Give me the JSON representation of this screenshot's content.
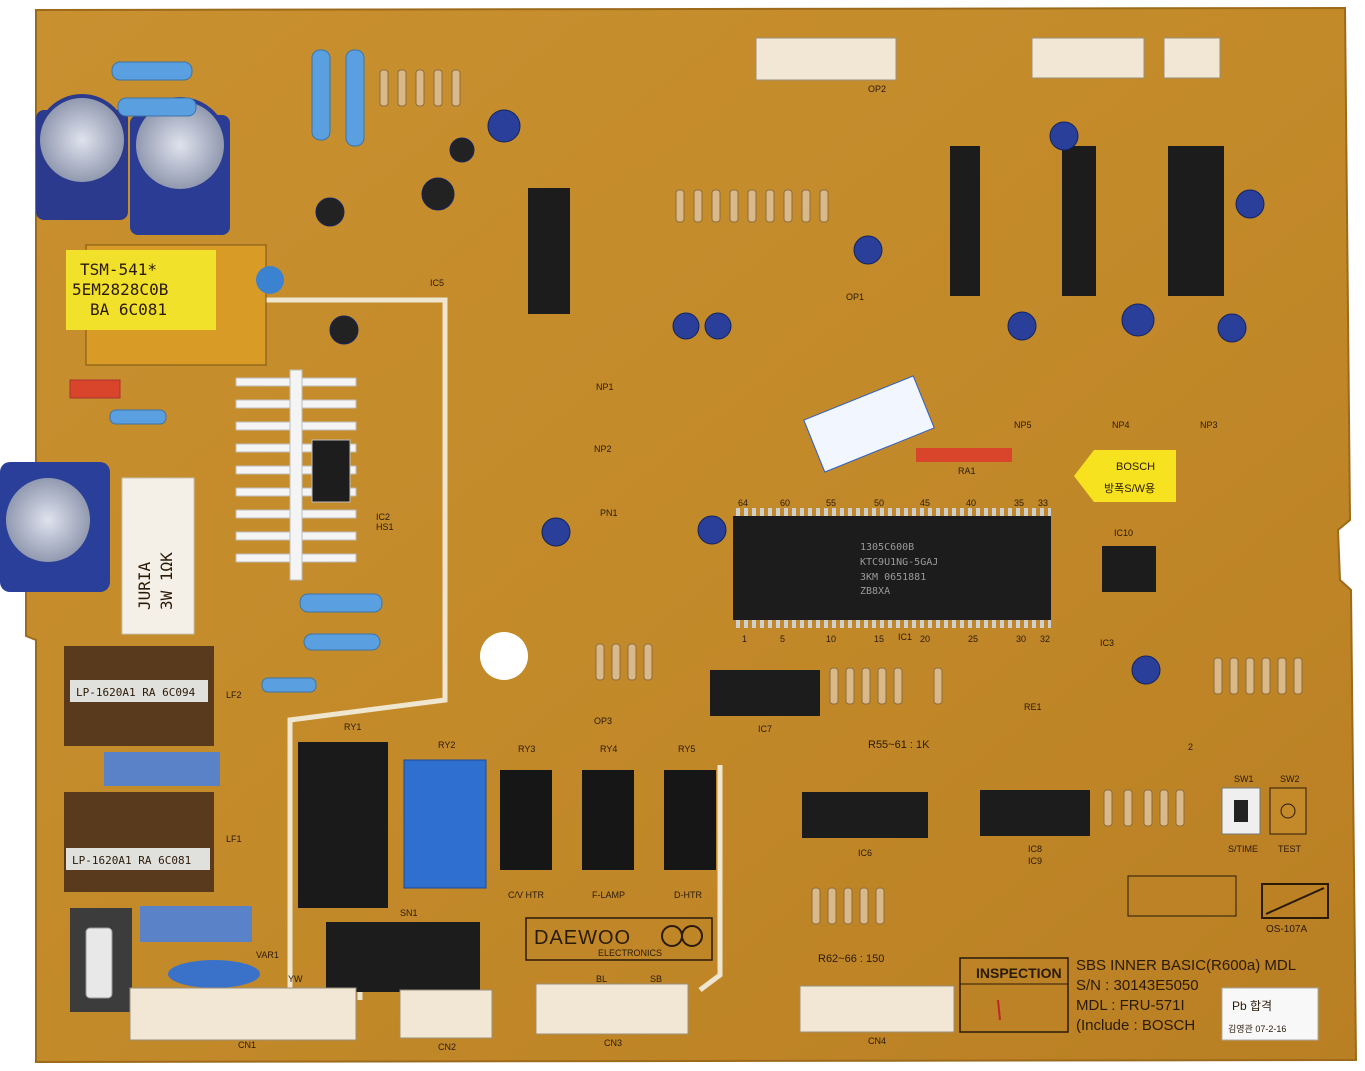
{
  "colors": {
    "board": "#c48a2a",
    "board_edge": "#a8741e",
    "silkscreen": "#2a1a08",
    "trace_white": "#efe6d0",
    "connector": "#f1e7d4",
    "ic_body": "#1c1c1c",
    "relay_blue": "#2f6fd0",
    "cap_blue": "#2a3f9a",
    "transformer_yellow": "#f2e12a",
    "resistor_blue": "#5aa0e0"
  },
  "silkscreen": {
    "transformer_lines": [
      "TSM-541*",
      "5EM2828C0B",
      "BA 6C081"
    ],
    "power_resistor_lines": [
      "JURIA",
      "3W 1ΩK"
    ],
    "inductor_1": "LP-1620A1 RA 6C094",
    "inductor_2": "LP-1620A1 RA 6C081",
    "brand": "DAEWOO",
    "brand_sub": "ELECTRONICS",
    "bosch_sticker_lines": [
      "BOSCH",
      "방폭S/W용"
    ],
    "inspection": "INSPECTION",
    "model_lines": [
      "SBS INNER BASIC(R600a) MDL",
      "S/N : 30143E5050",
      "MDL : FRU-571I",
      "(Include : BOSCH"
    ],
    "pass_sticker": [
      "Pb 합격",
      "김영관 07-2-16"
    ],
    "os_code": "OS-107A",
    "main_ic_lines": [
      "1305C600B",
      "KTC9U1NG-5GAJ",
      "3KM 0651881",
      "ZB8XA"
    ],
    "r_group_label_1": "R55~61 : 1K",
    "r_group_label_2": "R62~66 : 150",
    "sw1_label": "S/TIME",
    "sw2_label": "TEST",
    "relay_labels": [
      "RY1",
      "RY2",
      "RY3",
      "RY4",
      "RY5"
    ],
    "relay_function_labels": [
      "C/V HTR",
      "F-LAMP",
      "D-HTR"
    ],
    "connector_labels": [
      "CN1",
      "CN2",
      "CN3",
      "CN4"
    ],
    "connector_top_labels": [
      "BL",
      "SB"
    ],
    "op_labels": [
      "OP1",
      "OP2",
      "OP3"
    ],
    "ic_labels": [
      "IC1",
      "IC2",
      "IC3",
      "IC5",
      "IC6",
      "IC7",
      "IC8",
      "IC9",
      "IC10"
    ],
    "pin_numbers_top": [
      "64",
      "60",
      "55",
      "50",
      "45",
      "40",
      "35",
      "33"
    ],
    "pin_numbers_bottom": [
      "1",
      "5",
      "10",
      "15",
      "20",
      "25",
      "30",
      "32"
    ],
    "misc_labels": [
      "NP1",
      "NP2",
      "NP3",
      "NP4",
      "NP5",
      "PN1",
      "SN1",
      "VAR1",
      "LF1",
      "LF2",
      "HS1",
      "RA1",
      "RE1",
      "SW1",
      "SW2",
      "YW",
      "2"
    ]
  }
}
